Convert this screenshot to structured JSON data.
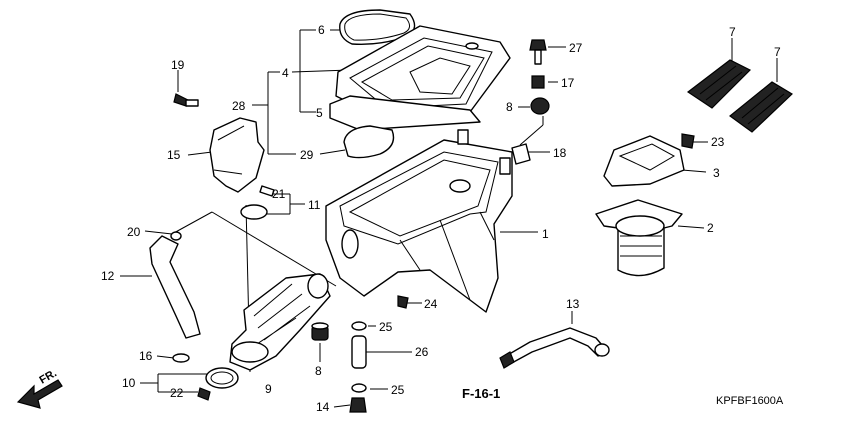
{
  "callouts": [
    "1",
    "2",
    "3",
    "4",
    "5",
    "6",
    "7",
    "7",
    "8",
    "8",
    "9",
    "10",
    "11",
    "12",
    "13",
    "14",
    "15",
    "16",
    "17",
    "18",
    "19",
    "20",
    "21",
    "22",
    "23",
    "24",
    "25",
    "25",
    "26",
    "27",
    "28",
    "29"
  ],
  "reference_label": "F-16-1",
  "fr_label": "FR.",
  "diagram_code": "KPFBF1600A"
}
